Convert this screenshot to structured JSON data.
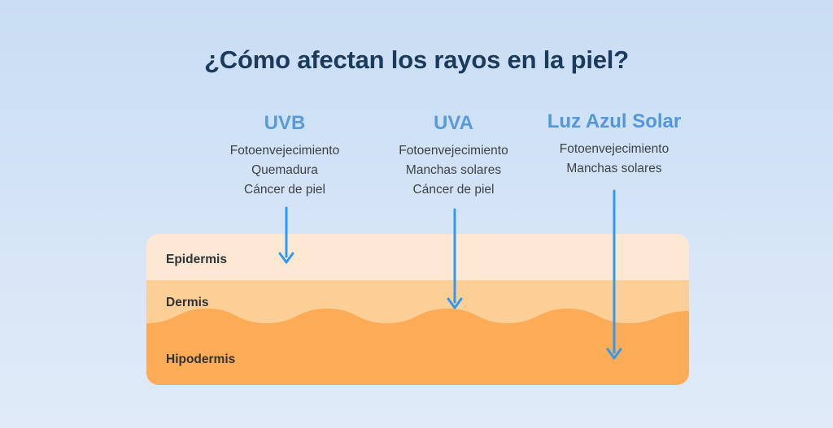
{
  "title": "¿Cómo afectan los rayos en la piel?",
  "colors": {
    "title_text": "#1b3a5c",
    "heading_blue": "#5a9bd6",
    "heading_blue_strong": "#5596d8",
    "arrow_blue": "#2f9bf0",
    "epidermis": "#fde8d3",
    "dermis": "#fccf96",
    "hipodermis": "#fcab56",
    "background_top": "#c9ddf4",
    "background_bottom": "#e0eaf8",
    "body_text": "#3c4247",
    "layer_label_text": "#2f3338"
  },
  "rays": [
    {
      "id": "uvb",
      "heading": "UVB",
      "effects": [
        "Fotoenvejecimiento",
        "Quemadura",
        "Cáncer de piel"
      ],
      "penetrates_to": "Epidermis"
    },
    {
      "id": "uva",
      "heading": "UVA",
      "effects": [
        "Fotoenvejecimiento",
        "Manchas solares",
        "Cáncer de piel"
      ],
      "penetrates_to": "Dermis"
    },
    {
      "id": "luz-azul-solar",
      "heading": "Luz Azul Solar",
      "effects": [
        "Fotoenvejecimiento",
        "Manchas solares"
      ],
      "penetrates_to": "Hipodermis"
    }
  ],
  "skin_layers": [
    {
      "id": "epidermis",
      "label": "Epidermis"
    },
    {
      "id": "dermis",
      "label": "Dermis"
    },
    {
      "id": "hipodermis",
      "label": "Hipodermis"
    }
  ],
  "icons": {
    "arrow_down": "arrow-down-icon"
  }
}
